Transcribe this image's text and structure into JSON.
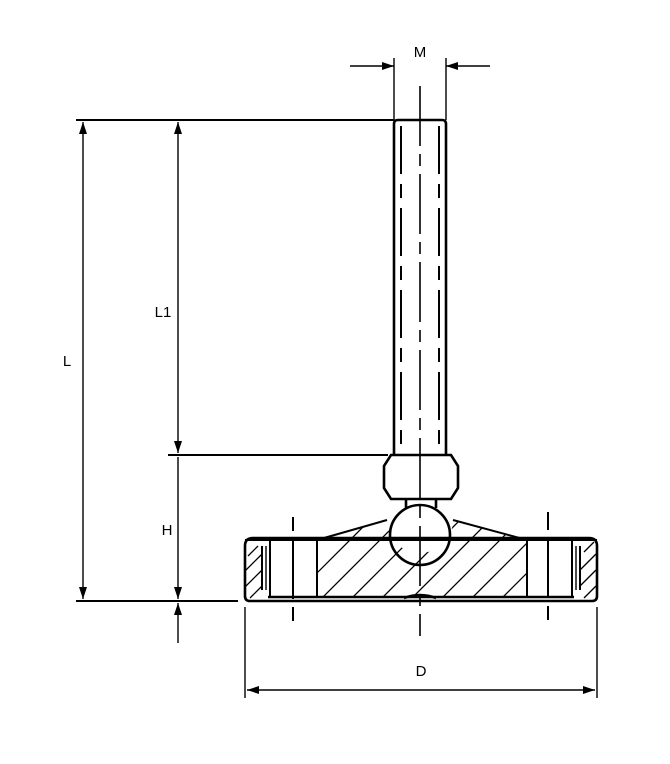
{
  "labels": {
    "thread_diameter": "M",
    "total_length": "L",
    "thread_length": "L1",
    "height": "H",
    "base_diameter": "D"
  },
  "colors": {
    "line": "#000000",
    "background": "#ffffff"
  }
}
